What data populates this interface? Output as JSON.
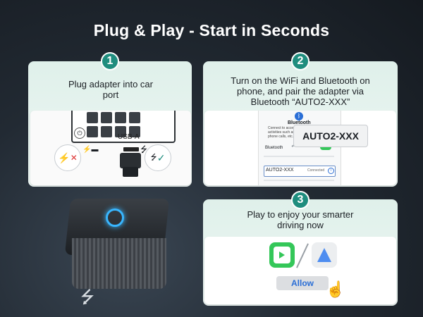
{
  "title": "Plug & Play - Start in Seconds",
  "steps": [
    {
      "num": "1",
      "text": "Plug adapter into car port",
      "port_label": "USB-A"
    },
    {
      "num": "2",
      "text": "Turn on the WiFi and Bluetooth on phone, and pair the adapter via Bluetooth “AUTO2-XXX”",
      "phone": {
        "heading": "Bluetooth",
        "small_text": "Connect to access activities such as phone calls, etc.",
        "bluetooth_label": "Bluetooth",
        "device_name": "AUTO2-XXX",
        "status": "Connected",
        "popup": "AUTO2-XXX"
      }
    },
    {
      "num": "3",
      "text": "Play to enjoy your smarter driving now",
      "allow": "Allow"
    }
  ],
  "colors": {
    "accent": "#1f8d7e",
    "card": "#e4f2ee",
    "allow_text": "#2a6ed6",
    "carplay": "#34c759"
  }
}
